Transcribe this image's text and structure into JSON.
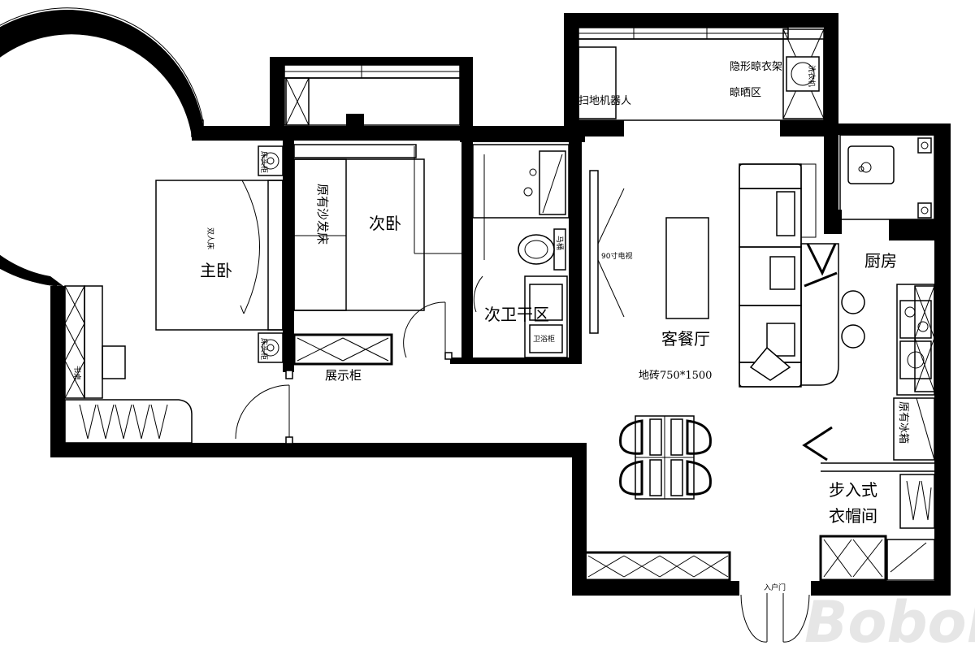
{
  "rooms": {
    "master_bedroom": "主卧",
    "second_bedroom": "次卧",
    "living_dining": "客餐厅",
    "kitchen": "厨房",
    "walk_in_closet_line1": "步入式",
    "walk_in_closet_line2": "衣帽间",
    "second_bath_dry": "次卫干区",
    "drying_area": "晾晒区"
  },
  "furniture": {
    "double_bed": "双人床",
    "sofa_bed": "原有沙发床",
    "display_cabinet": "展示柜",
    "tv": "90寸电视",
    "floor_tile": "地砖750*1500",
    "robot_vacuum": "扫地机器人",
    "hidden_drying_rack": "隐形晾衣架",
    "bath_cabinet": "卫浴柜",
    "fridge": "原有冰箱",
    "nightstand_top": "床头柜",
    "nightstand_bottom": "床头柜",
    "desk": "书桌",
    "toilet": "马桶",
    "washer": "洗衣机"
  },
  "doors": {
    "entrance": "入户门"
  },
  "watermark": "Bobolin"
}
